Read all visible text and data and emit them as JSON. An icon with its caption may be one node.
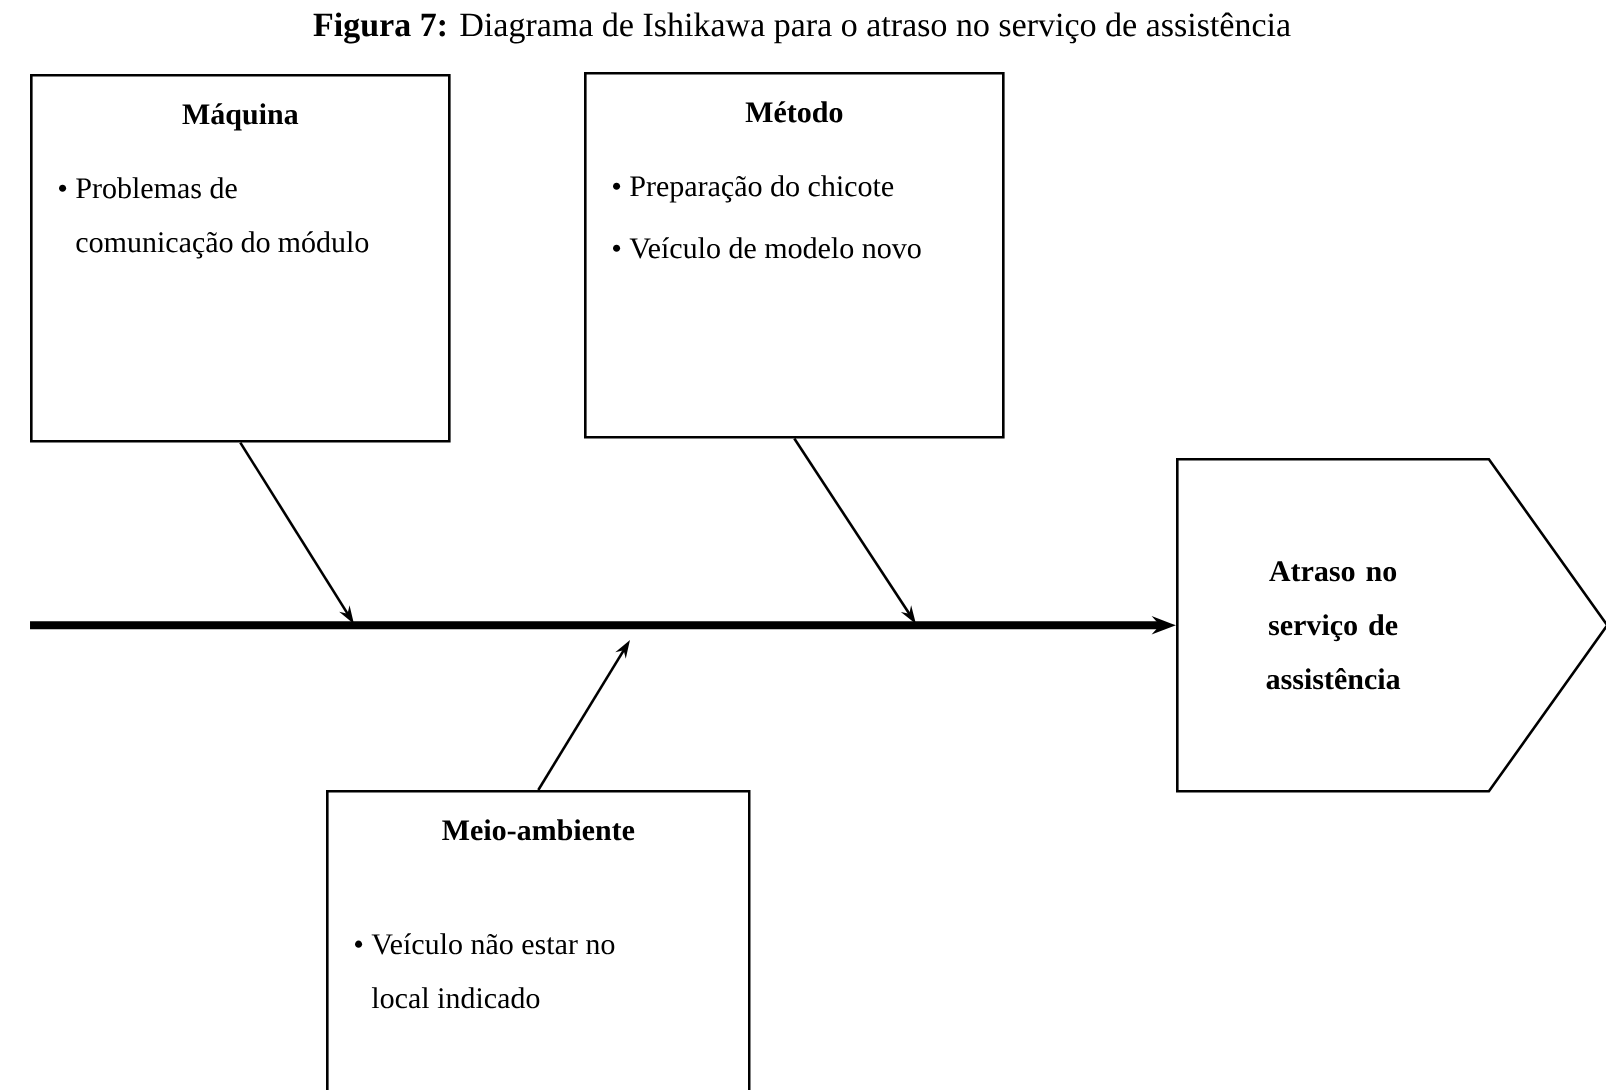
{
  "diagram": {
    "title": "**Figura 7:** Diagrama de Ishikawa para o atraso no serviço de assistência",
    "nodes": [
      {
        "text": [
          "Máquina",
          "• Problemas de comunicação do módulo"
        ]
      },
      {
        "text": [
          "Método",
          "• Preparação do chicote",
          "• Veículo de modelo novo"
        ]
      },
      {
        "text": [
          "Meio-ambiente",
          "• Veículo não estar no local indicado"
        ]
      },
      {
        "text": [
          "Atraso no serviço de assistência"
        ]
      }
    ],
    "edges": [
      {
        "from": null,
        "to": 3,
        "arrow": "to",
        "style": "thick"
      },
      {
        "from": 0,
        "to": null,
        "arrow": "to"
      },
      {
        "from": 1,
        "to": null,
        "arrow": "to"
      },
      {
        "from": 2,
        "to": null,
        "arrow": "to"
      }
    ]
  }
}
